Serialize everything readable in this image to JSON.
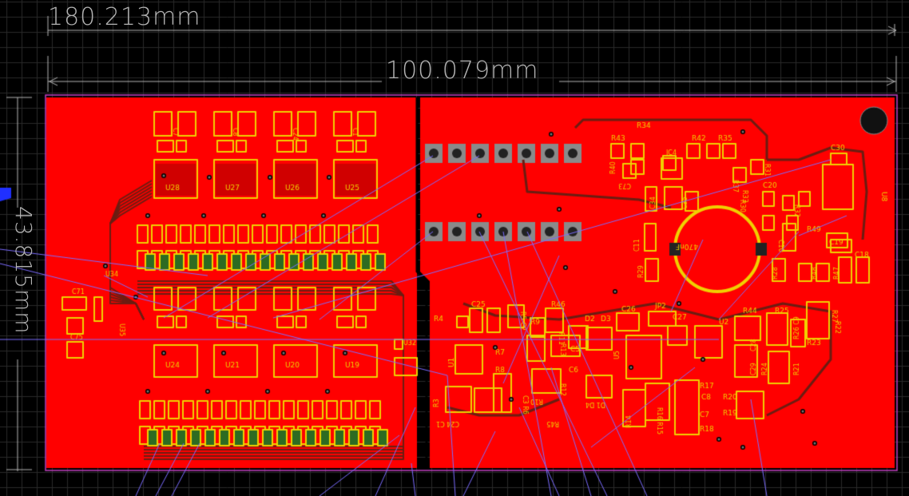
{
  "dimensions": {
    "width_label": "180.213mm",
    "board_width_label": "100.079mm",
    "height_label": "43.815mm"
  },
  "colors": {
    "background": "#000000",
    "grid": "#2a2a2a",
    "copper": "#ff0000",
    "pad": "#f0d000",
    "trace_dark": "#6b1d12",
    "ratsnest": "#7b6cff",
    "dimension": "#b4b4b4",
    "board_edge": "#c040c0",
    "label": "#f0d000"
  },
  "labels": {
    "ics_left": [
      "U28",
      "U27",
      "U26",
      "U25",
      "U24",
      "U21",
      "U20",
      "U19"
    ],
    "misc": [
      "U34",
      "U35",
      "U32",
      "C71",
      "C75",
      "U1",
      "U5",
      "U2",
      "U8",
      "IC4",
      "JP2",
      "D1",
      "D2",
      "D3",
      "D4"
    ],
    "resistors_caps": [
      "R34",
      "R43",
      "R42",
      "R35",
      "R36",
      "R40",
      "R31",
      "R37",
      "R33",
      "R32",
      "R30",
      "R29",
      "R28",
      "R48",
      "R47",
      "R49",
      "R44",
      "R25",
      "R26",
      "R27",
      "R22",
      "R23",
      "R21",
      "R24",
      "R46",
      "R45",
      "R9",
      "R11",
      "R13",
      "R12",
      "R10",
      "R8",
      "R7",
      "R5",
      "R6",
      "R4",
      "R3",
      "R17",
      "R16",
      "R15",
      "R14",
      "R18",
      "R19",
      "R20",
      "C30",
      "C20",
      "C19",
      "C18",
      "C11",
      "C34",
      "C35",
      "C73",
      "C26",
      "C27",
      "C25",
      "C2",
      "C3",
      "C4",
      "C5",
      "C6",
      "C7",
      "C8",
      "C24",
      "C1",
      "C28",
      "C29",
      "C9",
      "C10"
    ],
    "cap_value": "470nF"
  }
}
